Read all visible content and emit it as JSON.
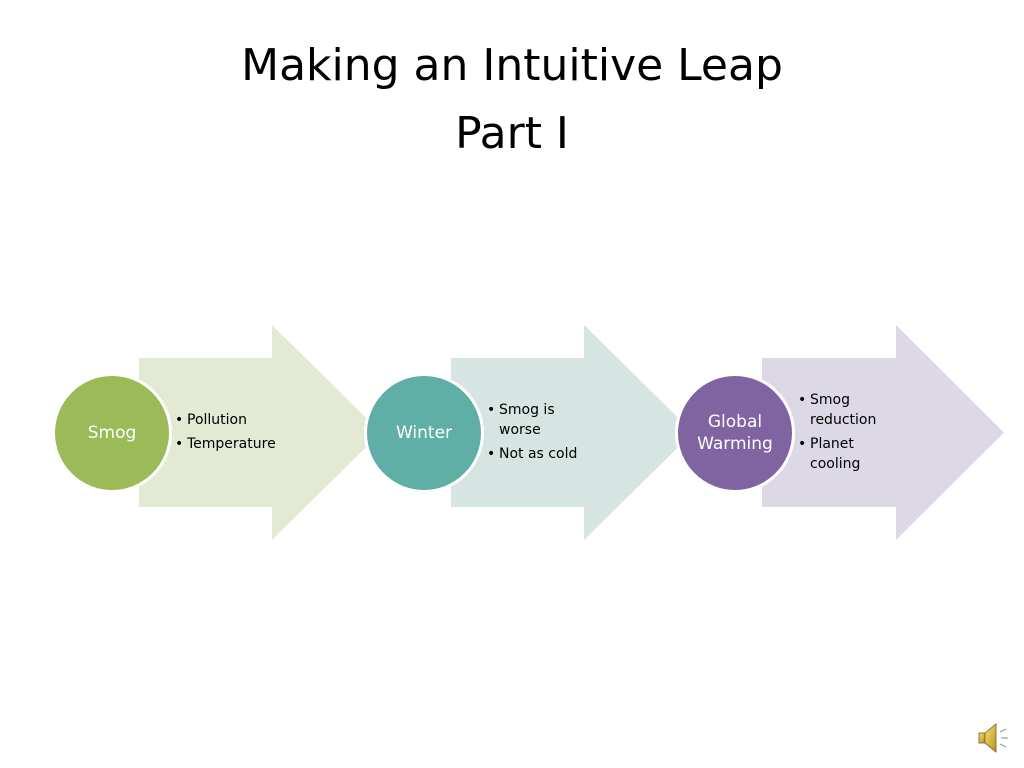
{
  "title": {
    "line1": "Making an Intuitive Leap",
    "line2": "Part I"
  },
  "steps": [
    {
      "label": "Smog",
      "bullets": [
        "Pollution",
        "Temperature"
      ],
      "circle_color": "#9BBB59",
      "arrow_color": "#E2EAD3"
    },
    {
      "label": "Winter",
      "bullets": [
        "Smog is worse",
        "Not as cold"
      ],
      "circle_color": "#5FAFA6",
      "arrow_color": "#D6E4E2"
    },
    {
      "label": "Global Warming",
      "bullets": [
        "Smog reduction",
        "Planet cooling"
      ],
      "circle_color": "#8064A2",
      "arrow_color": "#DDD8E5"
    }
  ],
  "icons": {
    "speaker": "speaker-icon"
  }
}
